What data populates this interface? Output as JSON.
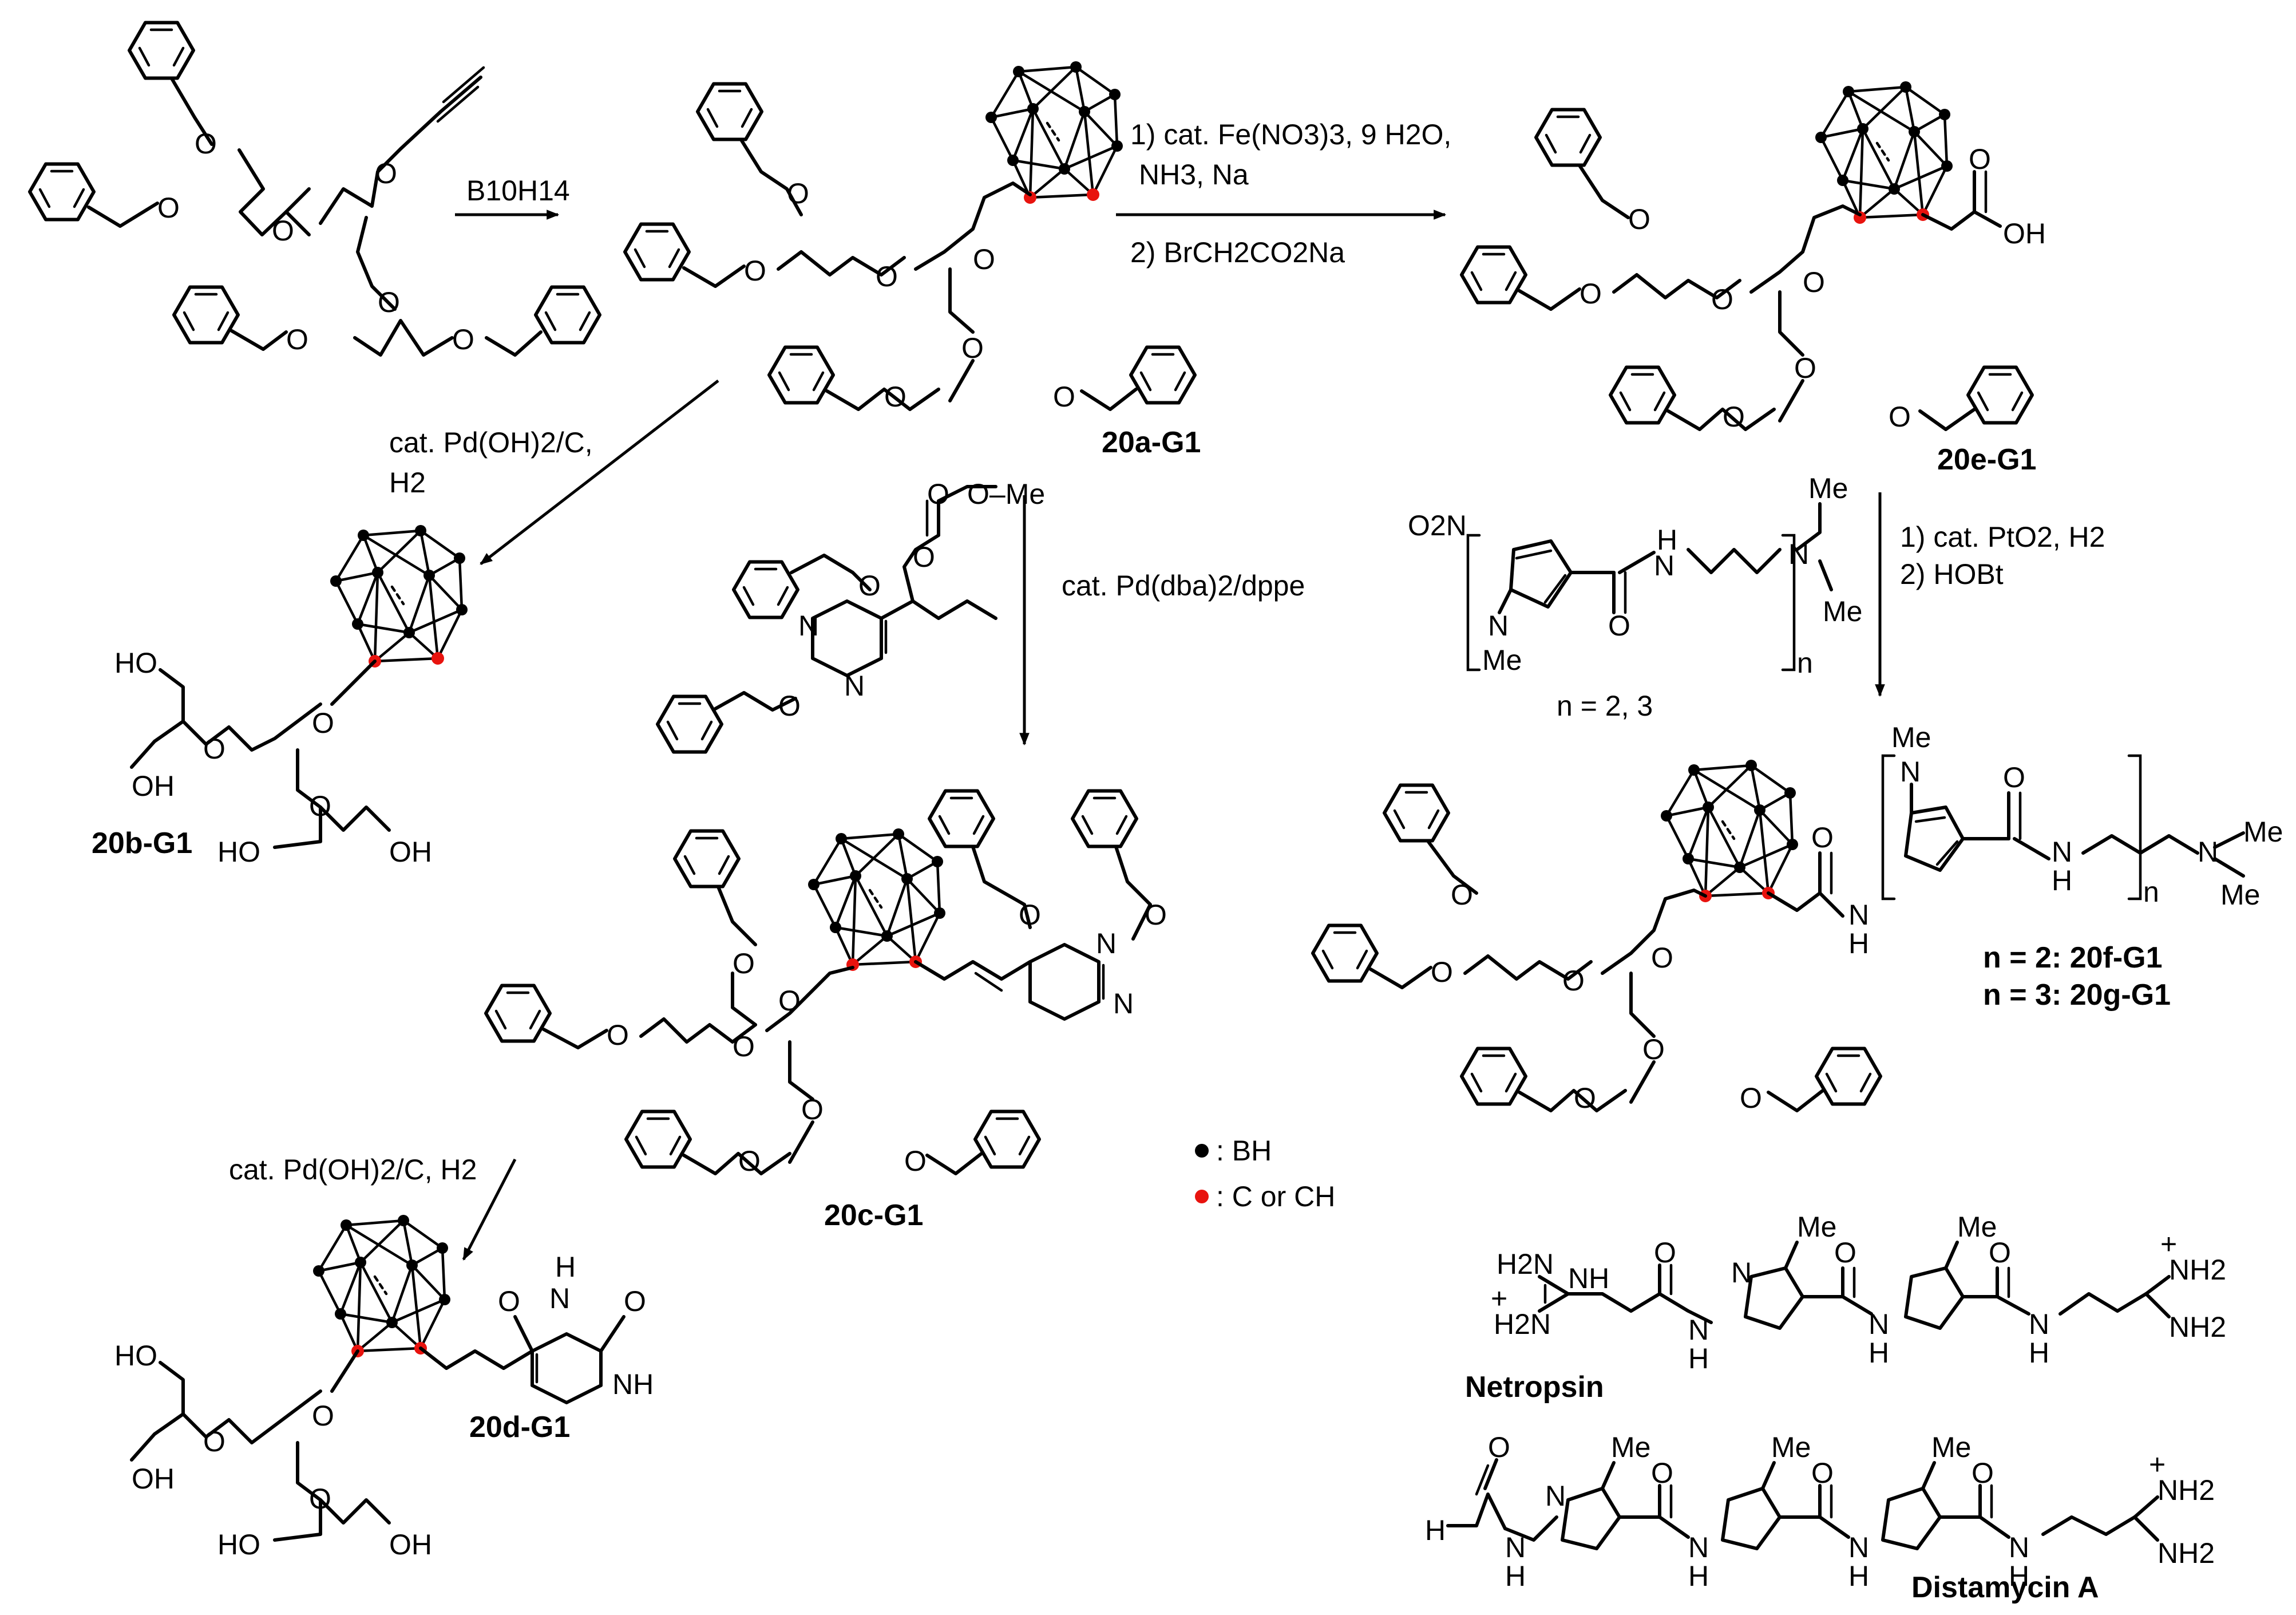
{
  "reagents": {
    "step_a": "B10H14",
    "step_b_1": "cat. Pd(OH)2/C,",
    "step_b_2": "H2",
    "step_e_1": "1) cat. Fe(NO3)3, 9 H2O,",
    "step_e_2": "NH3, Na",
    "step_e_3": "2) BrCH2CO2Na",
    "step_c": "cat. Pd(dba)2/dppe",
    "step_fg_1": "1) cat. PtO2, H2",
    "step_fg_2": "2) HOBt",
    "step_d": "cat. Pd(OH)2/C, H2"
  },
  "compounds": {
    "a": "20a-G1",
    "b": "20b-G1",
    "c": "20c-G1",
    "d": "20d-G1",
    "e": "20e-G1",
    "f_line": "n = 2: 20f-G1",
    "g_line": "n = 3: 20g-G1",
    "netropsin": "Netropsin",
    "distamycin": "Distamycin A"
  },
  "atoms": {
    "O": "O",
    "OH": "OH",
    "HO": "HO",
    "Me": "Me",
    "OMe": "O–Me",
    "NH": "NH",
    "H": "H",
    "N": "N",
    "O2N": "O2N",
    "H2N": "H2N",
    "NH2": "NH2",
    "n": "n",
    "plus": "+"
  },
  "n_values": "n = 2, 3",
  "legend": {
    "bh": ": BH",
    "c": ": C or CH",
    "bh_color": "#000000",
    "c_color": "#e8130e"
  }
}
